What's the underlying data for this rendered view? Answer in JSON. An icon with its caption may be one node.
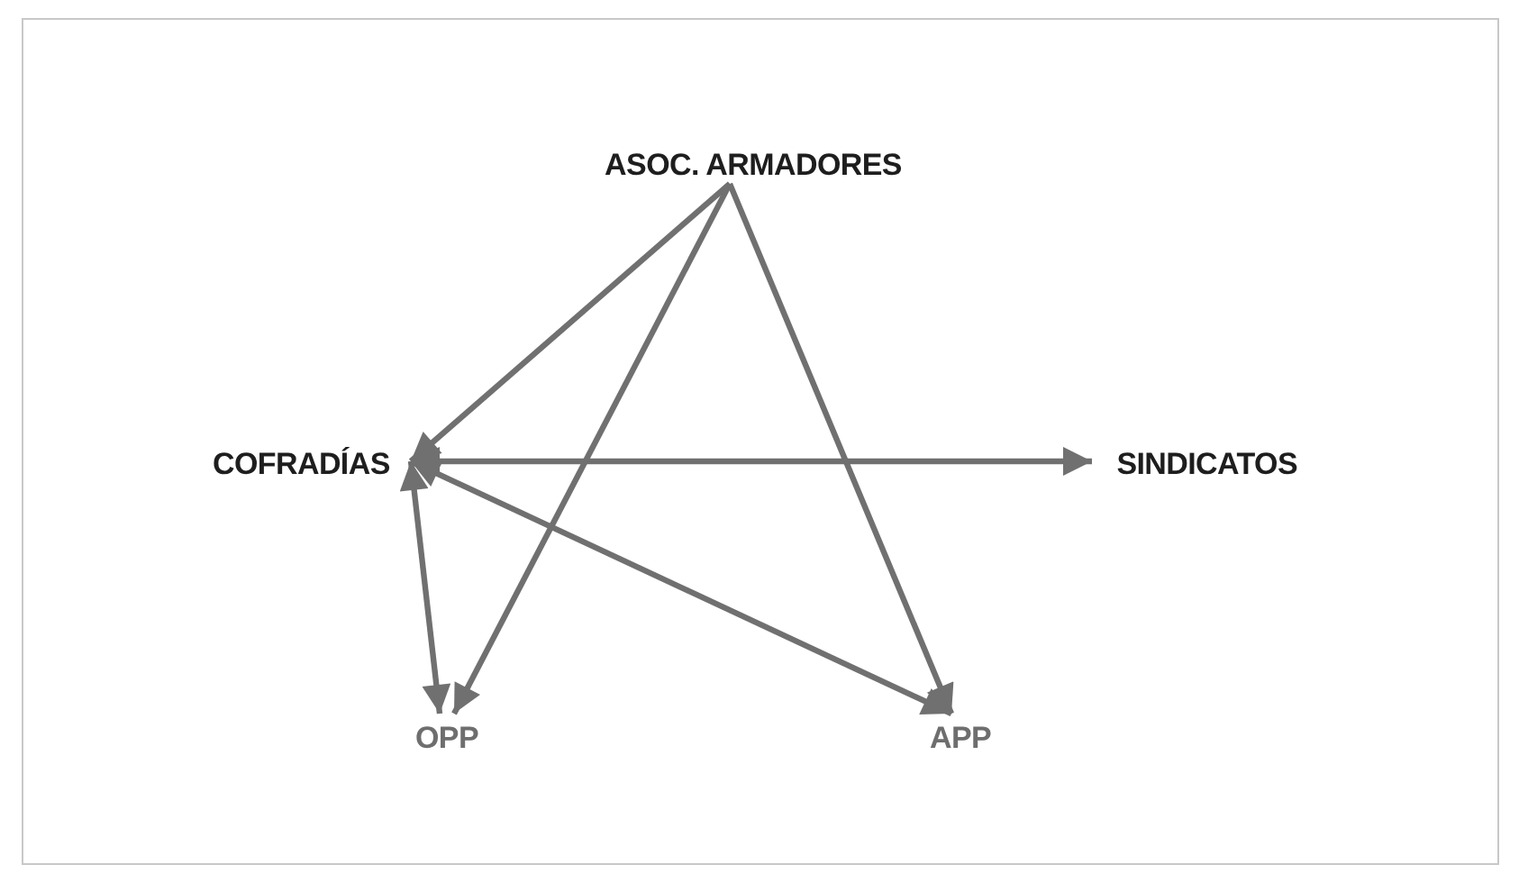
{
  "diagram": {
    "nodes": [
      {
        "text": [
          "ASOC. ARMADORES"
        ]
      },
      {
        "text": [
          "COFRADÍAS"
        ]
      },
      {
        "text": [
          "SINDICATOS"
        ]
      },
      {
        "text": [
          "OPP"
        ]
      },
      {
        "text": [
          "APP"
        ]
      }
    ],
    "edges": [
      {
        "from": 0,
        "to": 1,
        "arrow": "to"
      },
      {
        "from": 0,
        "to": 3,
        "arrow": "to"
      },
      {
        "from": 0,
        "to": 4,
        "arrow": "to"
      },
      {
        "from": 1,
        "to": 2,
        "arrow": "both"
      },
      {
        "from": 1,
        "to": 3,
        "arrow": "both"
      },
      {
        "from": 1,
        "to": 4,
        "arrow": "both"
      }
    ]
  }
}
